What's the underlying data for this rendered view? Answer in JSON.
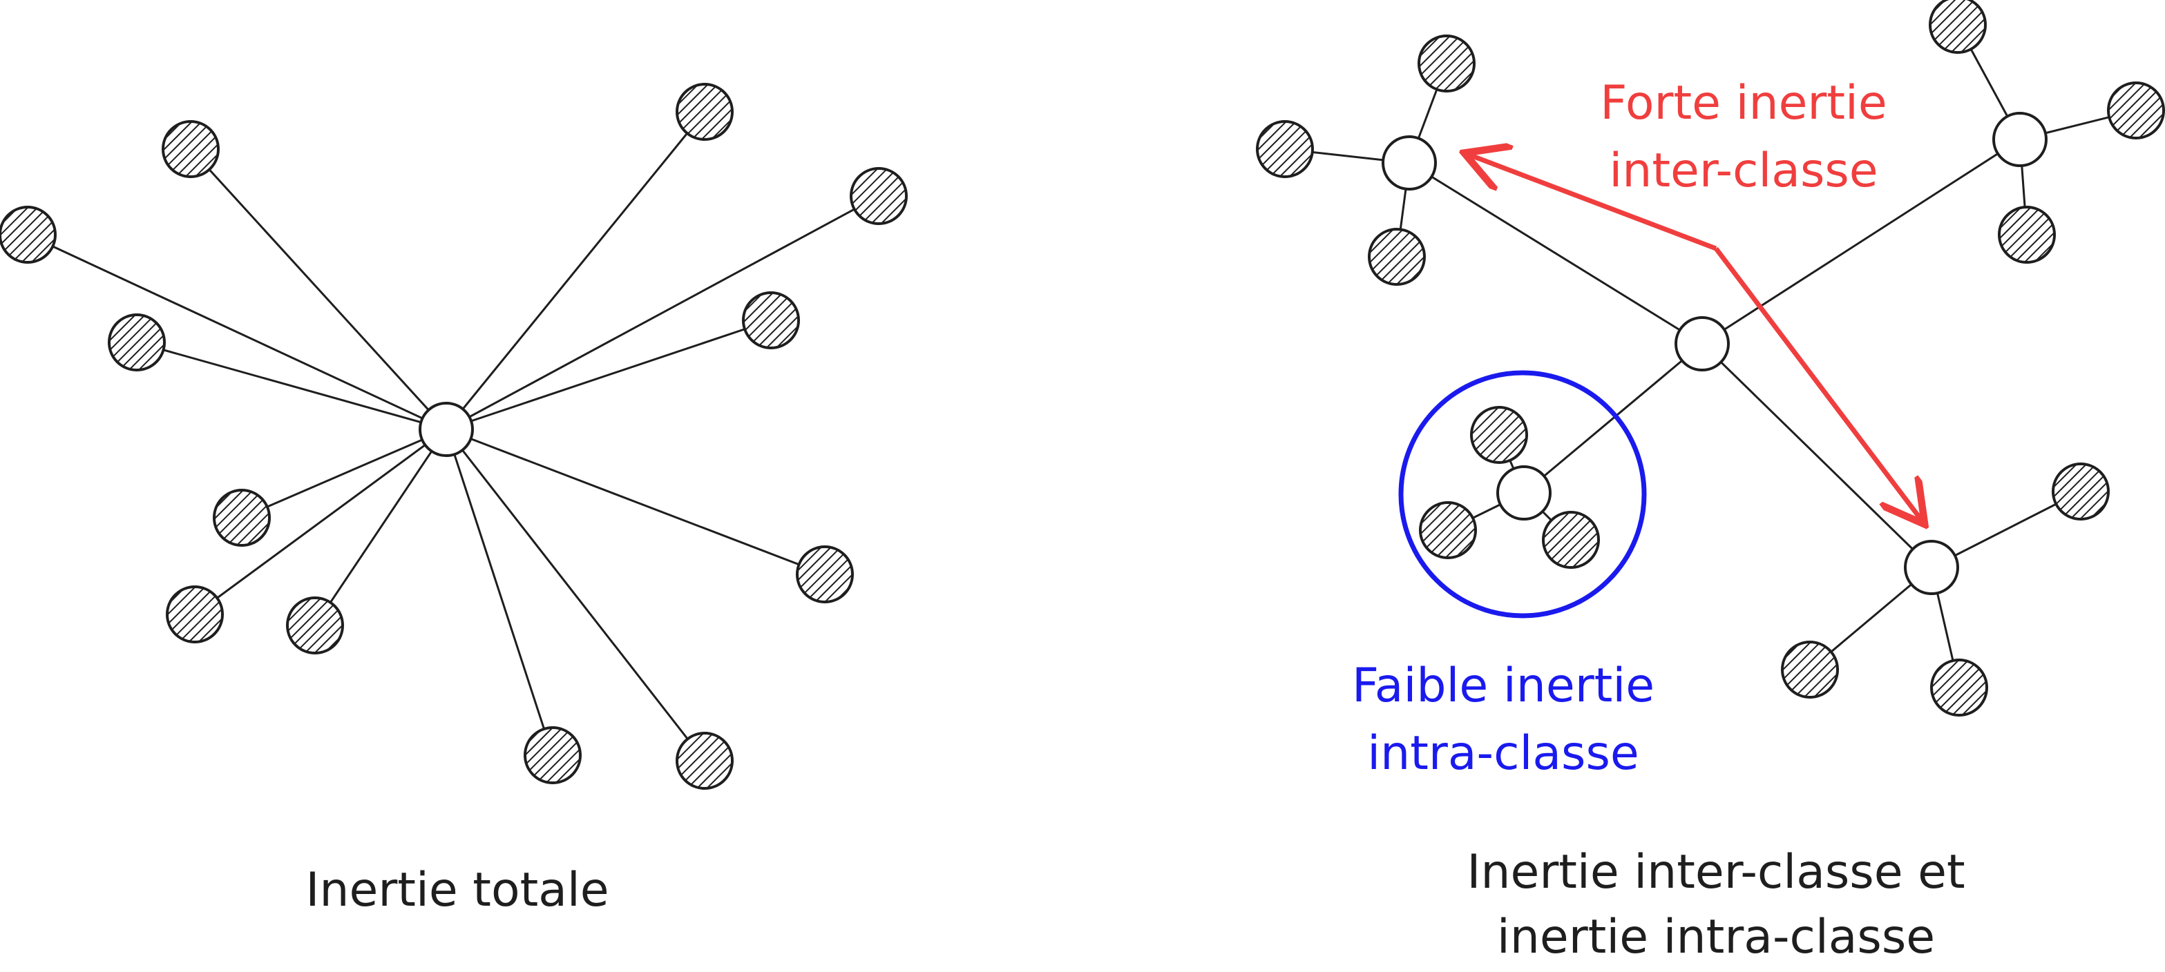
{
  "colors": {
    "ink": "#1e1e1e",
    "inter": "#f03e3e",
    "intra": "#1a1aee",
    "fill": "#555555"
  },
  "left": {
    "caption": "Inertie totale"
  },
  "right": {
    "caption_line1": "Inertie inter-classe et",
    "caption_line2": "inertie intra-classe",
    "inter_line1": "Forte inertie",
    "inter_line2": "inter-classe",
    "intra_line1": "Faible inertie",
    "intra_line2": "intra-classe"
  }
}
